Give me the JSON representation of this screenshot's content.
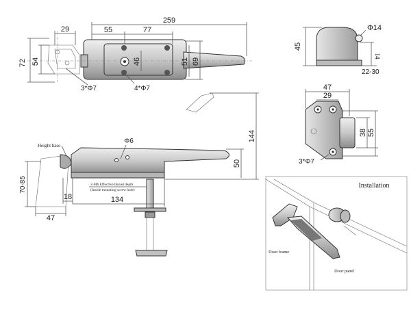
{
  "top_view": {
    "dims": {
      "overall_length": "259",
      "offset_29": "29",
      "offset_55": "55",
      "offset_77": "77",
      "height_72": "72",
      "height_54": "54",
      "height_46": "46",
      "height_51": "51",
      "height_69": "69"
    },
    "hole_callouts": [
      "3*Φ7",
      "4*Φ7"
    ]
  },
  "side_view": {
    "label_height_base": "Height base",
    "dims": {
      "phi6": "Φ6",
      "height_144": "144",
      "height_50": "50",
      "range_70_85": "70-85",
      "offset_18": "18",
      "length_134": "134",
      "base_47": "47"
    },
    "thread_note_line1": "2-M6 Effective thread depth",
    "thread_note_line2": "(Inside mounting screw hole)"
  },
  "strike_side_view": {
    "dims": {
      "phi14": "Φ14",
      "height_45": "45",
      "range_22_30": "22-30",
      "small_14": "14"
    }
  },
  "strike_front_view": {
    "dims": {
      "width_47": "47",
      "width_29": "29",
      "height_38": "38",
      "height_55": "55"
    },
    "hole_callout": "3*Φ7"
  },
  "installation": {
    "title": "Installation",
    "label_door_frame": "Door frame",
    "label_door_panel": "Door panel"
  },
  "colors": {
    "line": "#333333",
    "part_fill": "#d9d9d9",
    "part_dark": "#9a9a9a",
    "panel_border": "#999999"
  }
}
